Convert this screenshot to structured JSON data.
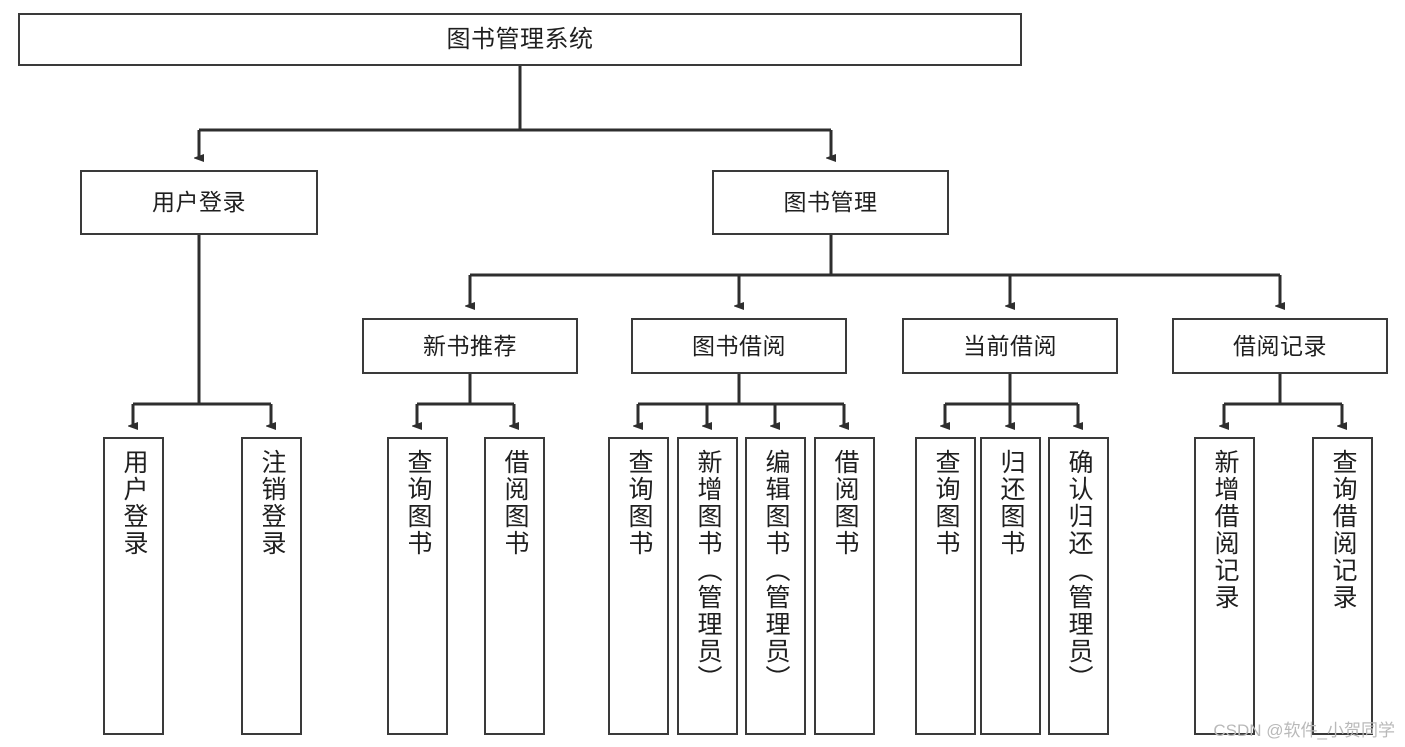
{
  "diagram": {
    "type": "tree-hierarchy-chart",
    "title": "图书管理系统",
    "stroke_color": "#3a3a3a",
    "background_color": "#ffffff",
    "text_color": "#1f1f1f",
    "root": {
      "label": "图书管理系统"
    },
    "level1": [
      {
        "label": "用户登录"
      },
      {
        "label": "图书管理"
      }
    ],
    "level2": [
      {
        "label": "新书推荐"
      },
      {
        "label": "图书借阅"
      },
      {
        "label": "当前借阅"
      },
      {
        "label": "借阅记录"
      }
    ],
    "leaves": [
      {
        "label": "用户登录",
        "parent": "用户登录"
      },
      {
        "label": "注销登录",
        "parent": "用户登录"
      },
      {
        "label": "查询图书",
        "parent": "新书推荐"
      },
      {
        "label": "借阅图书",
        "parent": "新书推荐"
      },
      {
        "label": "查询图书",
        "parent": "图书借阅"
      },
      {
        "label": "新增图书（管理员）",
        "parent": "图书借阅"
      },
      {
        "label": "编辑图书（管理员）",
        "parent": "图书借阅"
      },
      {
        "label": "借阅图书",
        "parent": "图书借阅"
      },
      {
        "label": "查询图书",
        "parent": "当前借阅"
      },
      {
        "label": "归还图书",
        "parent": "当前借阅"
      },
      {
        "label": "确认归还（管理员）",
        "parent": "当前借阅"
      },
      {
        "label": "新增借阅记录",
        "parent": "借阅记录"
      },
      {
        "label": "查询借阅记录",
        "parent": "借阅记录"
      }
    ]
  },
  "watermark": {
    "text": "CSDN @软件_小贺同学"
  }
}
